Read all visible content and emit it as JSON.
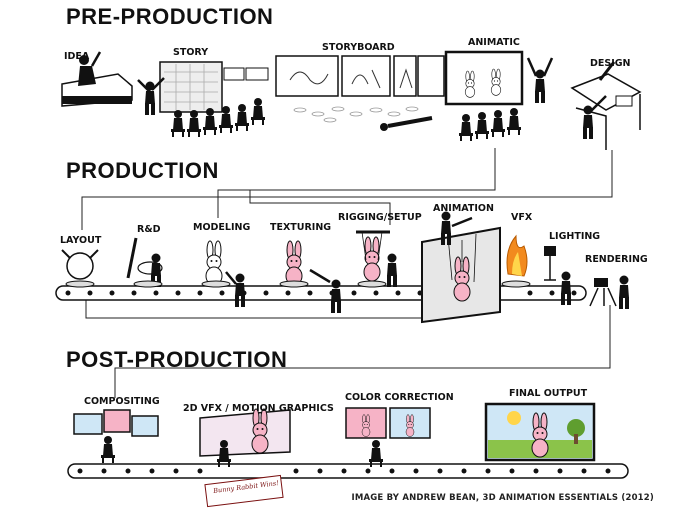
{
  "sections": {
    "pre_production": {
      "title": "PRE-PRODUCTION",
      "stages": {
        "idea": "IDEA",
        "story": "STORY",
        "storyboard": "STORYBOARD",
        "animatic": "ANIMATIC",
        "design": "DESIGN"
      }
    },
    "production": {
      "title": "PRODUCTION",
      "stages": {
        "layout": "LAYOUT",
        "rnd": "R&D",
        "modeling": "MODELING",
        "texturing": "TEXTURING",
        "rigging": "RIGGING/SETUP",
        "animation": "ANIMATION",
        "vfx": "VFX",
        "lighting": "LIGHTING",
        "rendering": "RENDERING"
      }
    },
    "post_production": {
      "title": "POST-PRODUCTION",
      "stages": {
        "compositing": "COMPOSITING",
        "motion_graphics": "2D VFX / MOTION GRAPHICS",
        "color_correction": "COLOR CORRECTION",
        "final_output": "FINAL OUTPUT"
      }
    }
  },
  "note_card": "Bunny Rabbit Wins!",
  "credit": "IMAGE BY ANDREW BEAN, 3D ANIMATION ESSENTIALS (2012)",
  "colors": {
    "ink": "#111111",
    "bunny_pink": "#f6b3c6",
    "fire": "#f28a1e",
    "sky": "#cfe7f6",
    "grass": "#8bc34a",
    "sun": "#ffd54a",
    "screen": "#e7e7e7"
  }
}
